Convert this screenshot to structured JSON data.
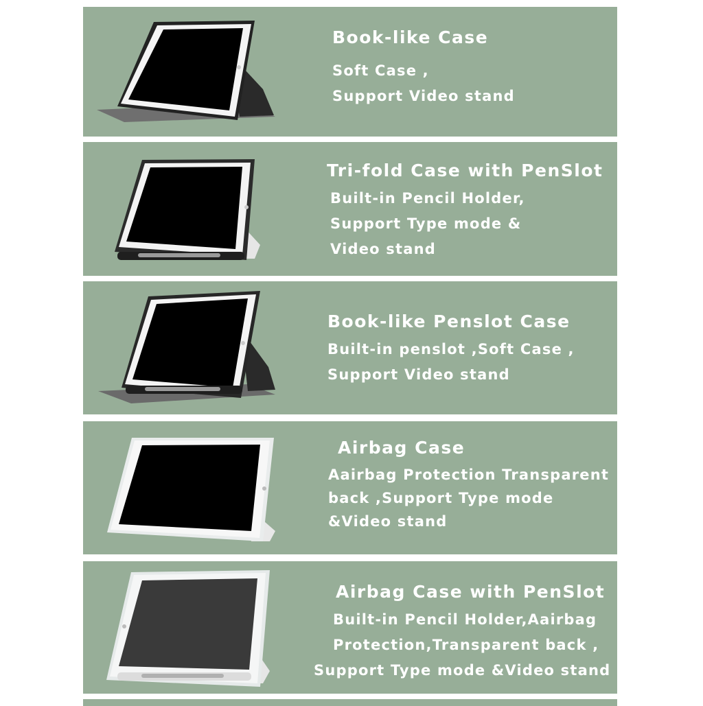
{
  "colors": {
    "panel_bg": "#97ae98",
    "text": "#ffffff",
    "screen": "#000000",
    "frame_dark": "#2b2b2b",
    "frame_light": "#f2f2f2"
  },
  "cases": [
    {
      "title": "Book-like Case",
      "lines": [
        "Soft Case ,",
        "Support Video stand"
      ]
    },
    {
      "title": "Tri-fold Case with  PenSlot",
      "lines": [
        "Built-in Pencil Holder,",
        "Support Type mode &",
        "Video stand"
      ]
    },
    {
      "title": "Book-like Penslot Case",
      "lines": [
        "Built-in penslot ,Soft Case ,",
        "Support Video stand"
      ]
    },
    {
      "title": "Airbag Case",
      "lines": [
        "Aairbag Protection Transparent",
        "back ,Support Type mode",
        "&Video stand"
      ]
    },
    {
      "title": "Airbag Case with  PenSlot",
      "lines": [
        "Built-in Pencil Holder,Aairbag",
        "Protection,Transparent back ,",
        "Support Type mode &Video stand"
      ]
    }
  ]
}
